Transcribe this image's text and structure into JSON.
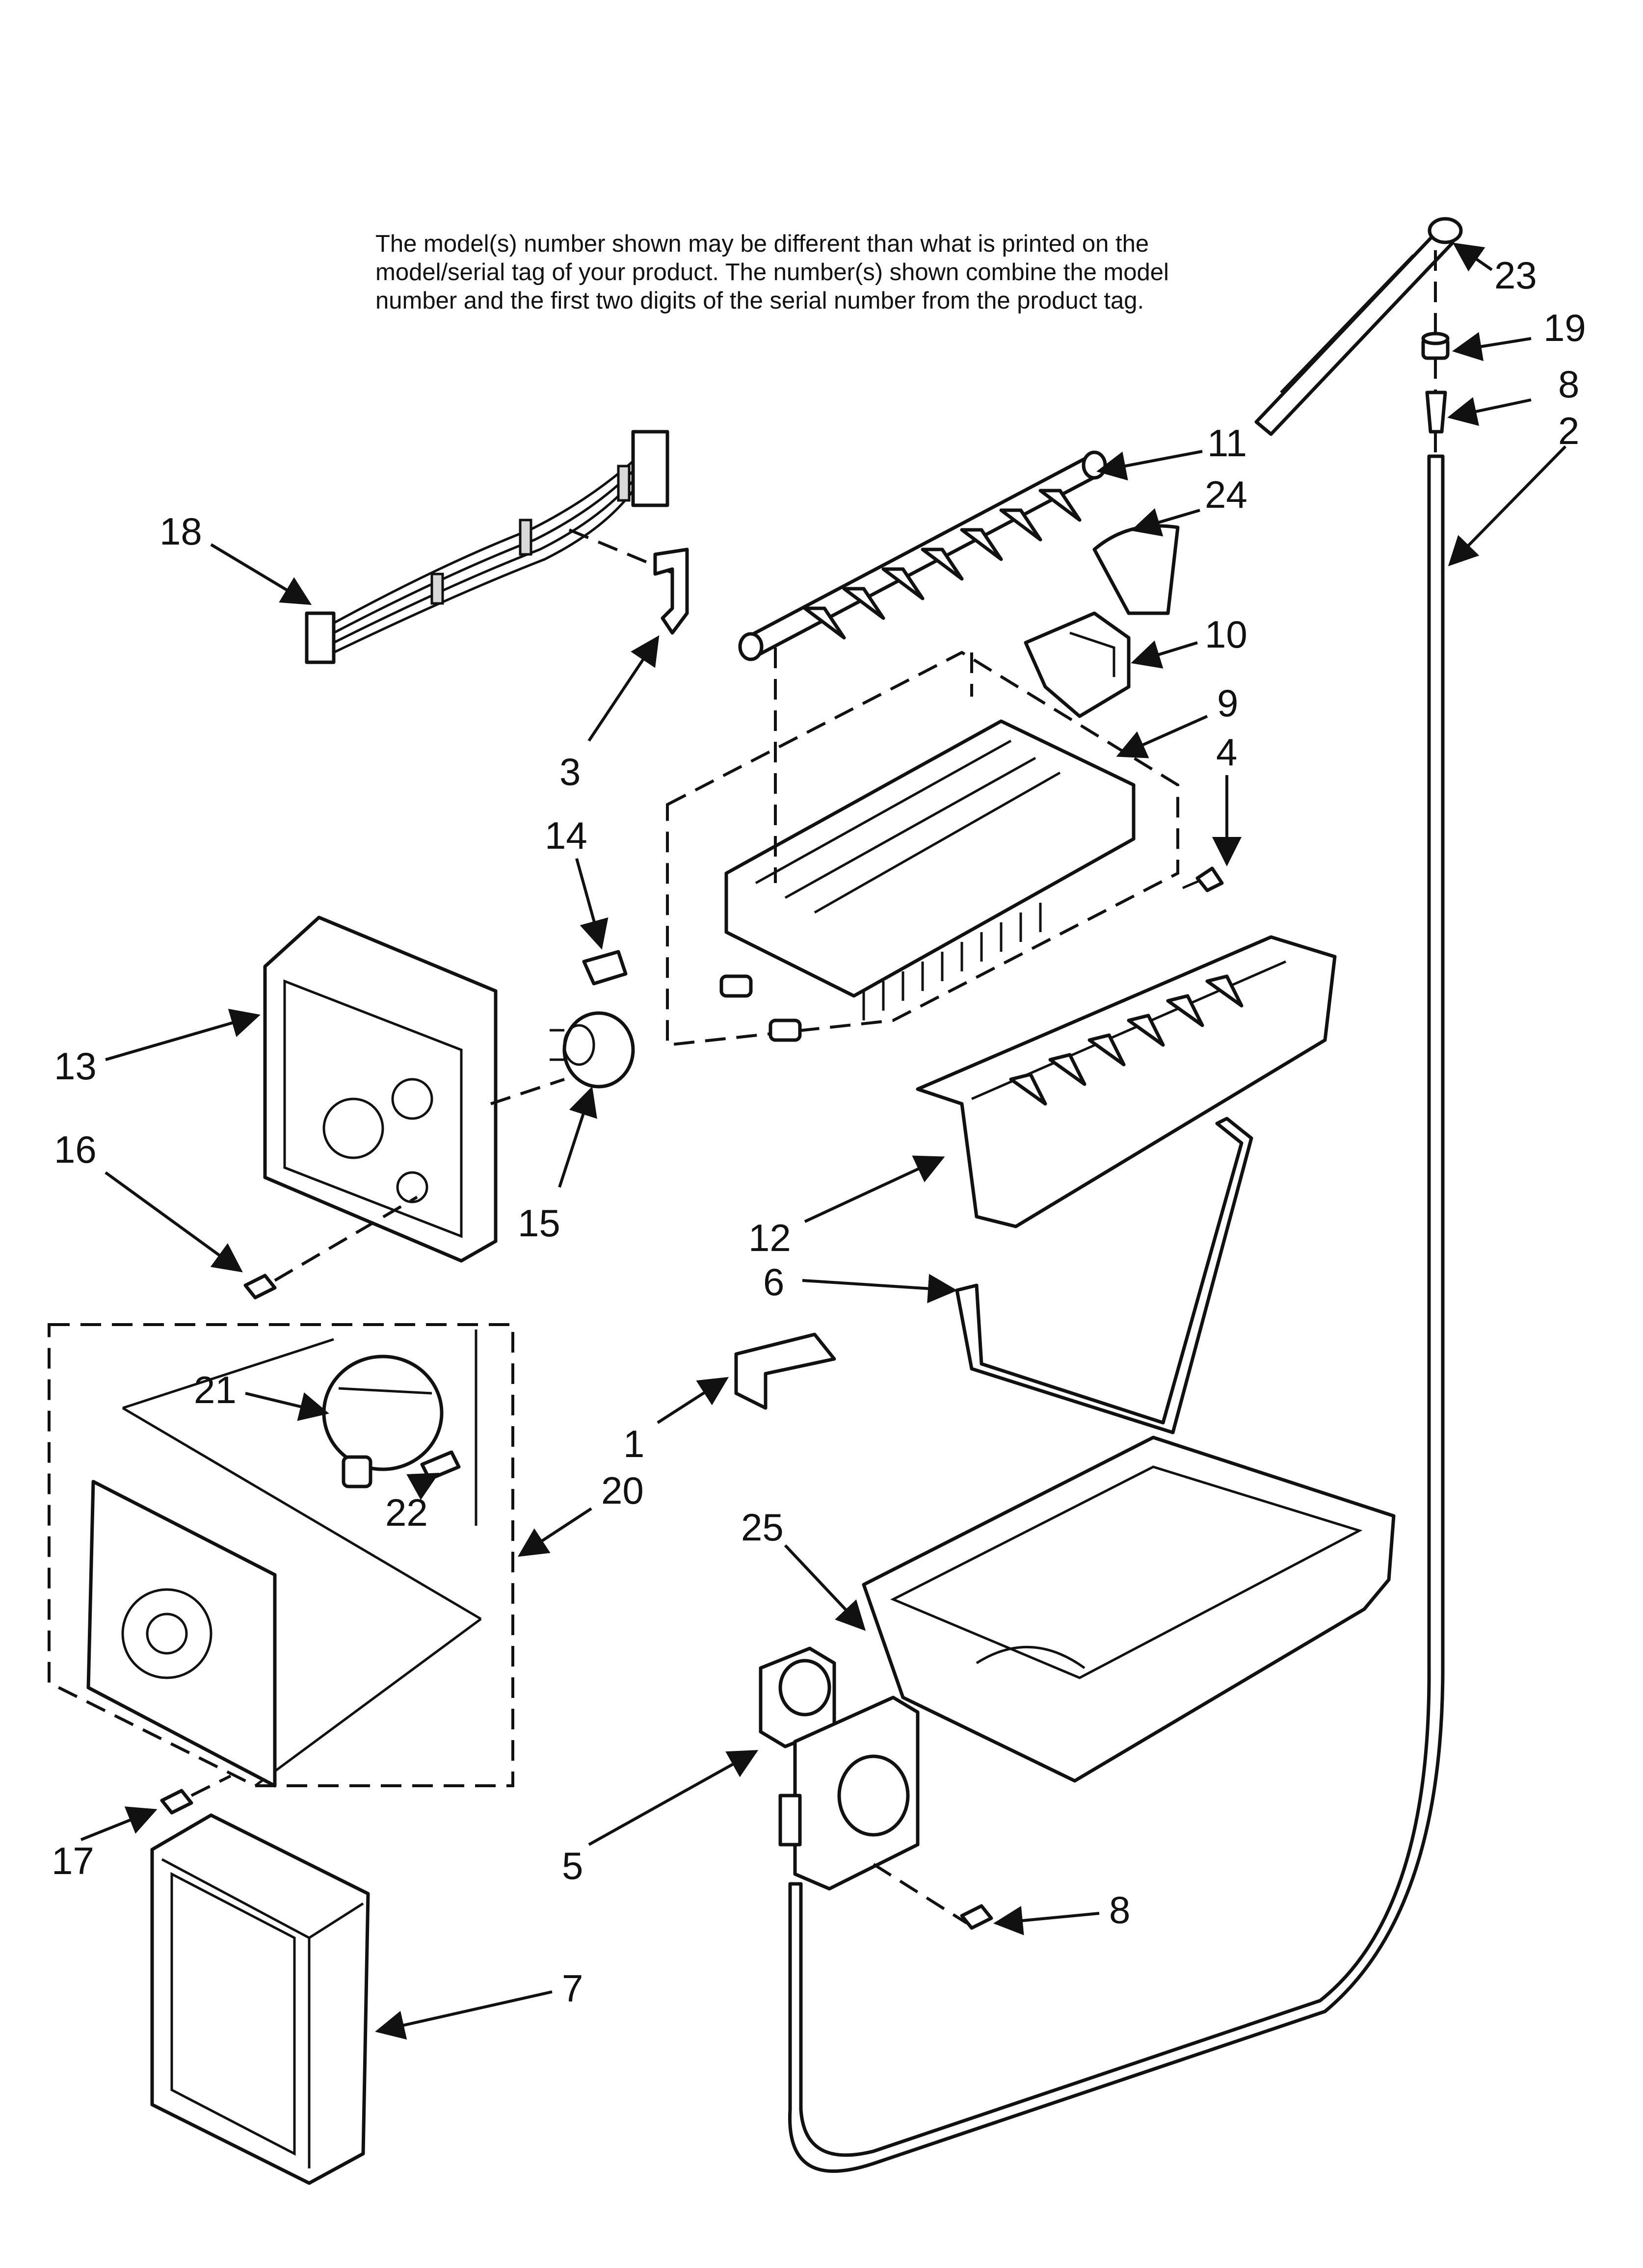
{
  "notice": {
    "line1": "The model(s) number shown may be different than what is printed on the",
    "line2": "model/serial tag of your product. The number(s) shown combine the model",
    "line3": "number and the first two digits of the serial number from the product tag."
  },
  "callouts": {
    "c1": "1",
    "c2": "2",
    "c3": "3",
    "c4": "4",
    "c5": "5",
    "c6": "6",
    "c7": "7",
    "c8a": "8",
    "c8b": "8",
    "c9": "9",
    "c10": "10",
    "c11": "11",
    "c12": "12",
    "c13": "13",
    "c14": "14",
    "c15": "15",
    "c16": "16",
    "c17": "17",
    "c18": "18",
    "c19": "19",
    "c20": "20",
    "c21": "21",
    "c22": "22",
    "c23": "23",
    "c24": "24",
    "c25": "25"
  }
}
